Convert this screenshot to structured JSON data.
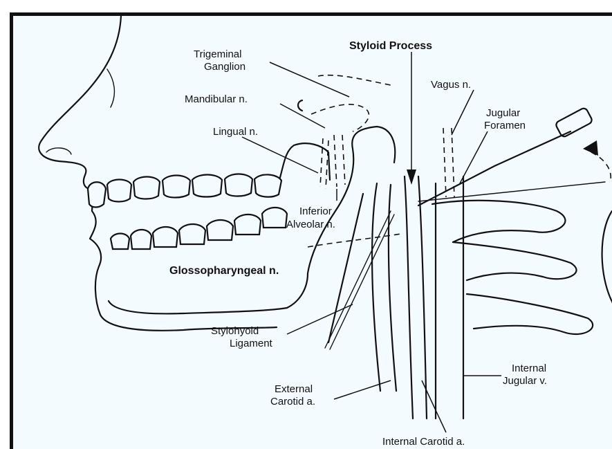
{
  "labels": {
    "trigeminal_1": "Trigeminal",
    "trigeminal_2": "Ganglion",
    "mandibular": "Mandibular n.",
    "lingual": "Lingual n.",
    "styloid": "Styloid Process",
    "vagus": "Vagus n.",
    "jugular_foramen_1": "Jugular",
    "jugular_foramen_2": "Foramen",
    "inferior_alveolar_1": "Inferior",
    "inferior_alveolar_2": "Alveolar n.",
    "glossopharyngeal": "Glossopharyngeal n.",
    "stylohyoid_1": "Stylohyoid",
    "stylohyoid_2": "Ligament",
    "external_carotid_1": "External",
    "external_carotid_2": "Carotid a.",
    "internal_jugular_1": "Internal",
    "internal_jugular_2": "Jugular v.",
    "internal_carotid": "Internal Carotid a."
  },
  "colors": {
    "background": "#f3fbff",
    "line": "#111111",
    "frame": "#111111"
  }
}
